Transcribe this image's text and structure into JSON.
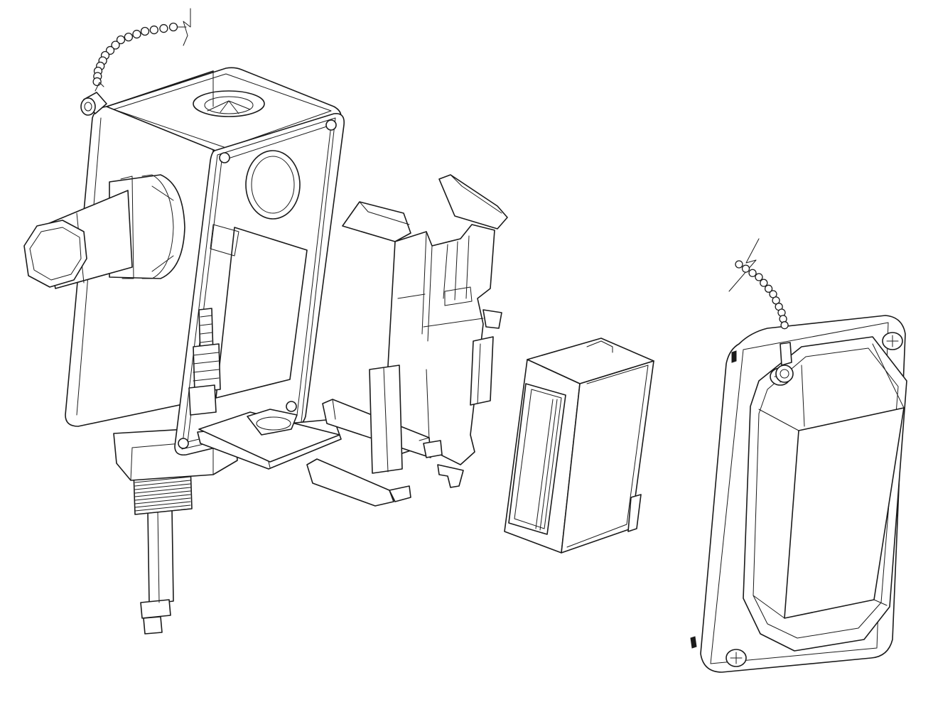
{
  "figure": {
    "kind": "exploded-view line drawing",
    "line_color": "#1a1a1a",
    "background_color": "#ffffff",
    "parts": [
      "enclosure-housing",
      "immersion-probe",
      "conduit-fitting",
      "retaining-chain-left",
      "mounting-bracket",
      "electronics-module",
      "front-cover",
      "retaining-chain-right"
    ]
  }
}
